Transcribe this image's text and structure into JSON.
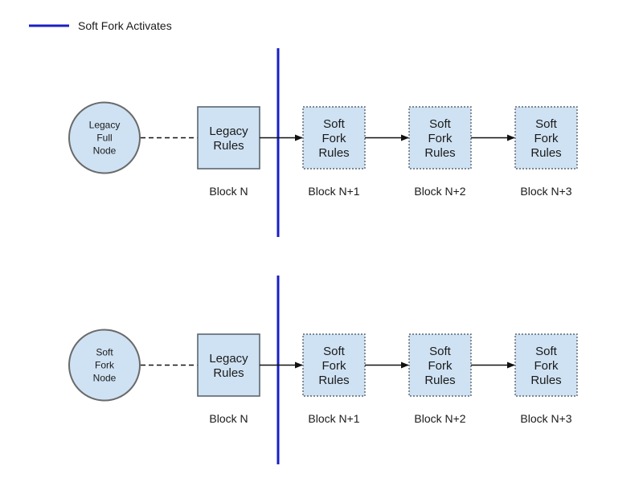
{
  "legend": {
    "label": "Soft Fork Activates",
    "line_color": "#1a1fc4"
  },
  "colors": {
    "box_fill": "#cfe2f3",
    "box_border": "#5b6570",
    "node_fill": "#cfe2f3",
    "node_border": "#6a6a6a",
    "connector": "#111111",
    "activation_line": "#1a1fc4"
  },
  "rows": [
    {
      "node_label": [
        "Legacy",
        "Full",
        "Node"
      ],
      "blocks": [
        {
          "label": [
            "Legacy",
            "Rules"
          ],
          "caption": "Block N",
          "style": "solid"
        },
        {
          "label": [
            "Soft",
            "Fork",
            "Rules"
          ],
          "caption": "Block N+1",
          "style": "dotted"
        },
        {
          "label": [
            "Soft",
            "Fork",
            "Rules"
          ],
          "caption": "Block N+2",
          "style": "dotted"
        },
        {
          "label": [
            "Soft",
            "Fork",
            "Rules"
          ],
          "caption": "Block N+3",
          "style": "dotted"
        }
      ]
    },
    {
      "node_label": [
        "Soft",
        "Fork",
        "Node"
      ],
      "blocks": [
        {
          "label": [
            "Legacy",
            "Rules"
          ],
          "caption": "Block N",
          "style": "solid"
        },
        {
          "label": [
            "Soft",
            "Fork",
            "Rules"
          ],
          "caption": "Block N+1",
          "style": "dotted"
        },
        {
          "label": [
            "Soft",
            "Fork",
            "Rules"
          ],
          "caption": "Block N+2",
          "style": "dotted"
        },
        {
          "label": [
            "Soft",
            "Fork",
            "Rules"
          ],
          "caption": "Block N+3",
          "style": "dotted"
        }
      ]
    }
  ]
}
